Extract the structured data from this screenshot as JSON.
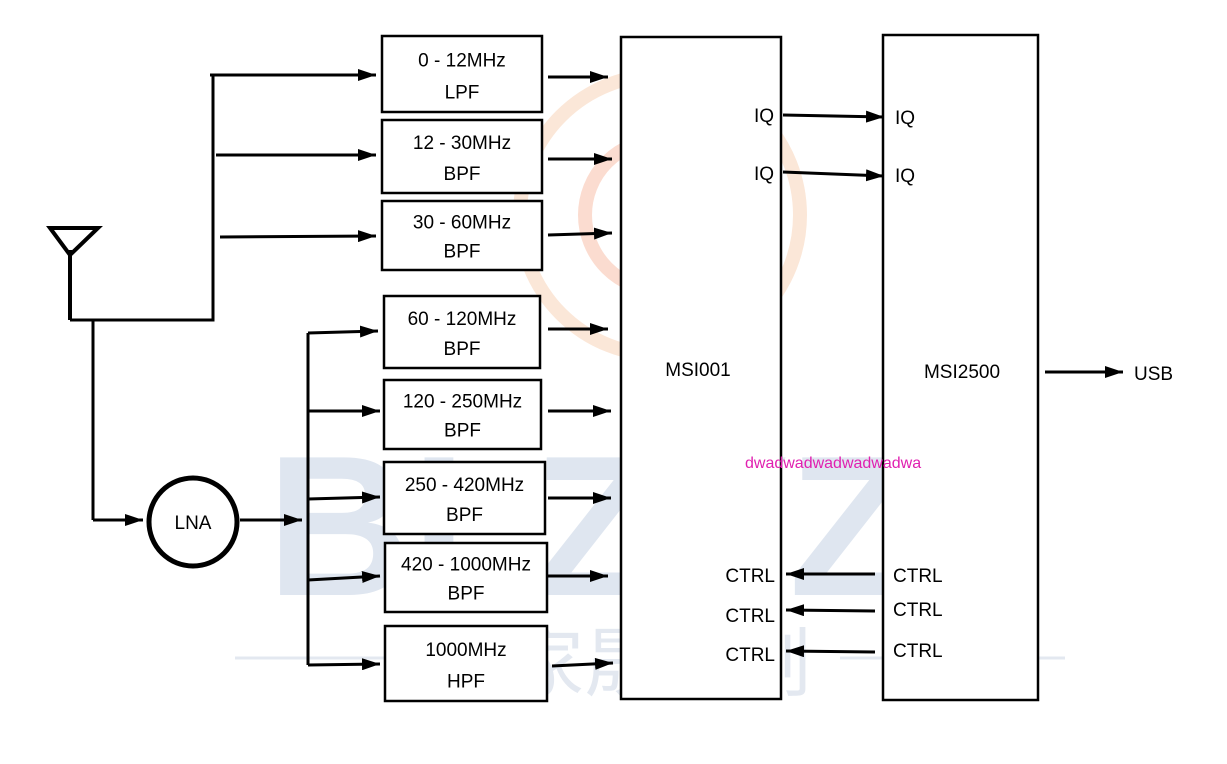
{
  "filters": [
    {
      "range": "0 - 12MHz",
      "type": "LPF"
    },
    {
      "range": "12 - 30MHz",
      "type": "BPF"
    },
    {
      "range": "30 - 60MHz",
      "type": "BPF"
    },
    {
      "range": "60 - 120MHz",
      "type": "BPF"
    },
    {
      "range": "120 - 250MHz",
      "type": "BPF"
    },
    {
      "range": "250 - 420MHz",
      "type": "BPF"
    },
    {
      "range": "420 - 1000MHz",
      "type": "BPF"
    },
    {
      "range": "1000MHz",
      "type": "HPF"
    }
  ],
  "lna": {
    "label": "LNA"
  },
  "msi001": {
    "label": "MSI001",
    "iq_1": "IQ",
    "iq_2": "IQ",
    "ctrl_1": "CTRL",
    "ctrl_2": "CTRL",
    "ctrl_3": "CTRL"
  },
  "msi2500": {
    "label": "MSI2500",
    "iq_1": "IQ",
    "iq_2": "IQ",
    "ctrl_1": "CTRL",
    "ctrl_2": "CTRL",
    "ctrl_3": "CTRL"
  },
  "usb": {
    "label": "USB"
  },
  "annotation": {
    "text": "dwadwadwadwadwadwa",
    "color": "#e020b0"
  },
  "watermark": {
    "text": "BLZYZF",
    "subtext": "家晟科创",
    "color": "#dfe6f0",
    "ring_color": "#fbe7d8"
  }
}
